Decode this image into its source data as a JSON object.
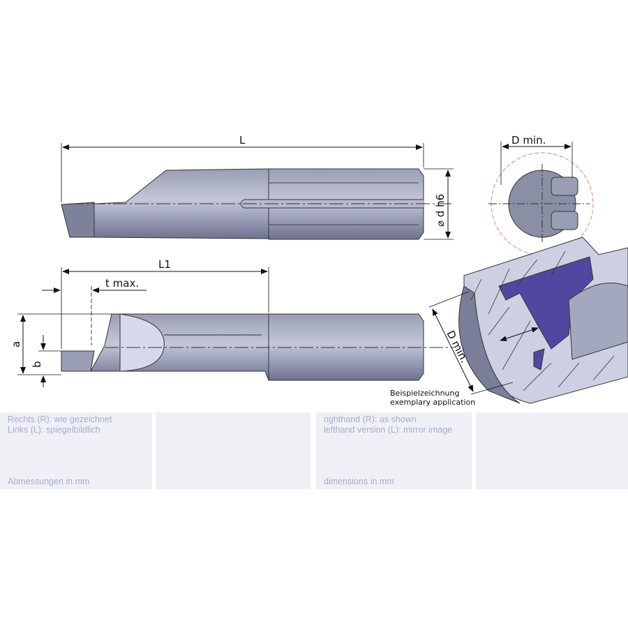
{
  "drawing": {
    "dim_L": "L",
    "dim_d": "⌀ d h6",
    "dim_Dmin_top": "D min.",
    "dim_L1": "L1",
    "dim_tmax": "t max.",
    "dim_a": "a",
    "dim_b": "b",
    "dim_Dmin_iso": "D min.",
    "caption_de": "Beispielzeichnung",
    "caption_en": "exemplary application"
  },
  "panels": {
    "de_line1": "Rechts (R): wie gezeichnet",
    "de_line2": "Links (L): spiegelbildlich",
    "de_units": "Abmessungen in mm",
    "en_line1": "righthand (R): as shown",
    "en_line2": "lefthand version (L): mirror image",
    "en_units": "dimensions in mm"
  },
  "colors": {
    "tool": "#8a8fa6",
    "tool_dark": "#6f7390",
    "cut": "#5147a0",
    "panel": "#eef0f5",
    "panel_text": "#a8acd4"
  }
}
